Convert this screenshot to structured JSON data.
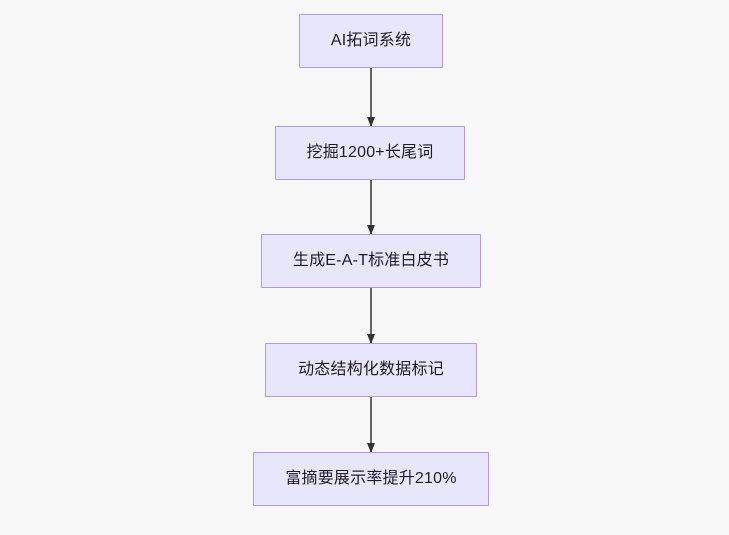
{
  "diagram": {
    "type": "flowchart",
    "direction": "top-to-bottom",
    "background_color": "#f8f8f8",
    "node_fill_color": "#e8e6fb",
    "node_border_color": "#b49be0",
    "node_text_color": "#1f1a24",
    "edge_color": "#666666",
    "nodes": [
      {
        "id": "n0",
        "label": "AI拓词系统"
      },
      {
        "id": "n1",
        "label": "挖掘1200+长尾词"
      },
      {
        "id": "n2",
        "label": "生成E-A-T标准白皮书"
      },
      {
        "id": "n3",
        "label": "动态结构化数据标记"
      },
      {
        "id": "n4",
        "label": "富摘要展示率提升210%"
      }
    ],
    "edges": [
      {
        "from": "n0",
        "to": "n1",
        "label": "",
        "arrow": "arrowhead-down-icon"
      },
      {
        "from": "n1",
        "to": "n2",
        "label": "",
        "arrow": "arrowhead-down-icon"
      },
      {
        "from": "n2",
        "to": "n3",
        "label": "",
        "arrow": "arrowhead-down-icon"
      },
      {
        "from": "n3",
        "to": "n4",
        "label": "",
        "arrow": "arrowhead-down-icon"
      }
    ]
  }
}
